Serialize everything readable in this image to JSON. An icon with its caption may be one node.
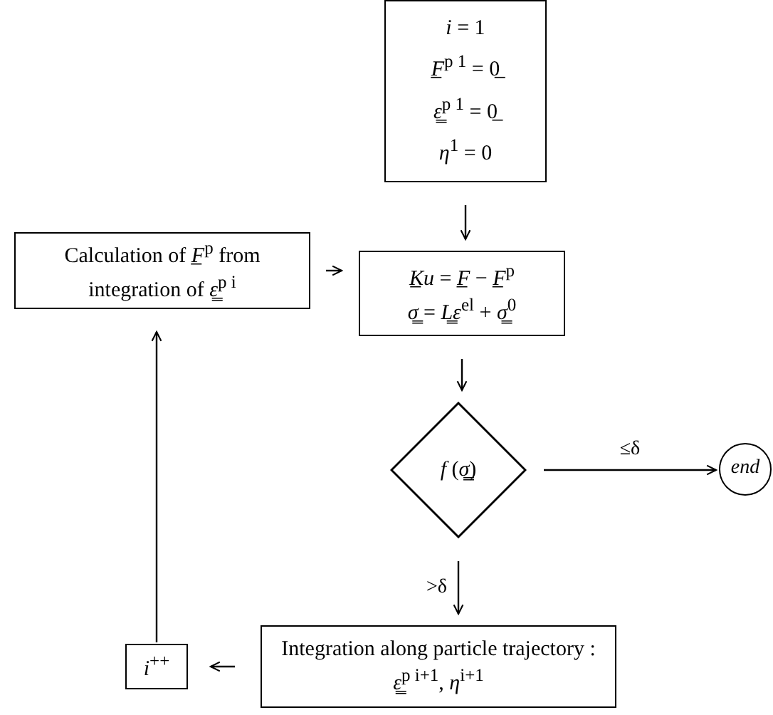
{
  "diagram": {
    "nodes": [
      {
        "text": [
          "*i* = 1",
          "*F̲*$^{p 1}$ = 0̲",
          "*ε̳*$^{p 1}$ = 0̲",
          "*η*$^{1}$ = 0"
        ]
      },
      {
        "text": [
          "Calculation of *F̲*$^{p}$ from integration of *ε̳*$^{p i}$"
        ]
      },
      {
        "text": [
          "*K̲u* = *F̲* − *F̲*$^{p}$",
          "*σ̳* = *L̳ε*$^{el}$ + *σ̳*$^{0}$"
        ]
      },
      {
        "text": [
          "*f* (*σ̳*)"
        ]
      },
      {
        "text": [
          "*end*"
        ]
      },
      {
        "text": [
          "Integration along particle trajectory :",
          "*ε̳*$^{p i+1}$, *η*$^{i+1}$"
        ]
      },
      {
        "text": [
          "*i*$^{++}$"
        ]
      }
    ],
    "edges": [
      {
        "from": 0,
        "to": 2,
        "arrow": "to"
      },
      {
        "from": 1,
        "to": 2,
        "arrow": "to"
      },
      {
        "from": 2,
        "to": 3,
        "arrow": "to"
      },
      {
        "from": 3,
        "to": 4,
        "arrow": "to",
        "label": "≤δ"
      },
      {
        "from": 3,
        "to": 5,
        "arrow": "to",
        "label": ">δ"
      },
      {
        "from": 5,
        "to": 6,
        "arrow": "to"
      },
      {
        "from": 6,
        "to": 1,
        "arrow": "to"
      }
    ]
  }
}
